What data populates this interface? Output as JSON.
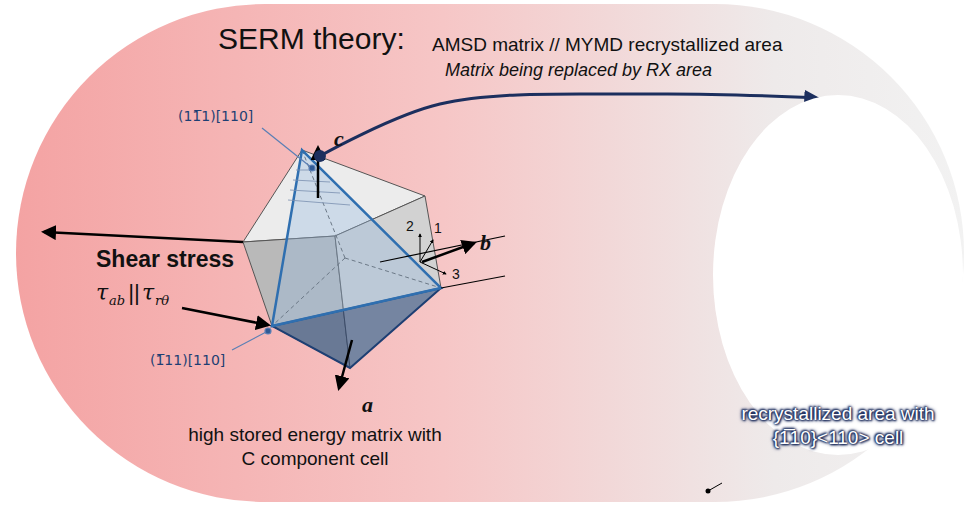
{
  "diagram": {
    "title": "SERM theory:",
    "nodes": [
      {
        "text": [
          "high stored energy matrix with C component cell"
        ]
      },
      {
        "text": [
          "recrystallized area with {1̅10}<110> cell"
        ]
      }
    ],
    "edges": [
      {
        "from": 0,
        "to": 1,
        "arrow": "to",
        "label": "Matrix being replaced by RX area"
      }
    ],
    "labels": [
      "AMSD matrix // MYMD recrystallized area",
      "(11̅1)[110]",
      "(1̅11)[110]",
      "c",
      "2",
      "1",
      "b",
      "3",
      "a",
      "Shear stress",
      "τ",
      "ab",
      "||",
      "τ",
      "rθ",
      "c",
      "b",
      "2",
      "1",
      "3",
      "a"
    ]
  }
}
